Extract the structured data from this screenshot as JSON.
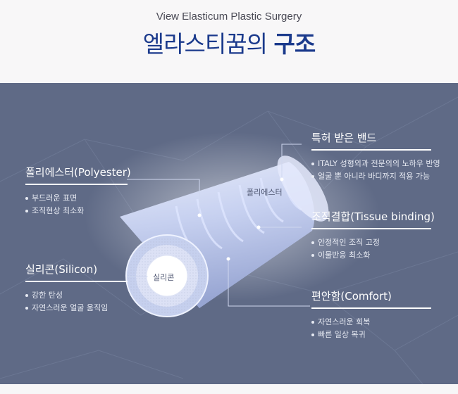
{
  "header": {
    "subtitle": "View Elasticum Plastic Surgery",
    "title_main": "엘라스티꿈의",
    "title_bold": "구조"
  },
  "tube": {
    "inner_label": "폴리에스터",
    "core_label": "실리콘"
  },
  "labels": {
    "band": {
      "title": "특허 받은 밴드",
      "bullets": [
        "ITALY 성형외과 전문의의 노하우 반영",
        "얼굴 뿐 아니라 바디까지 적용 가능"
      ]
    },
    "polyester": {
      "title": "폴리에스터(Polyester)",
      "bullets": [
        "부드러운 표면",
        "조직현상 최소화"
      ]
    },
    "tissue": {
      "title": "조직결합(Tissue binding)",
      "bullets": [
        "안정적인 조직 고정",
        "이물반응 최소화"
      ]
    },
    "silicon": {
      "title": "실리콘(Silicon)",
      "bullets": [
        "강한 탄성",
        "자연스러운 얼굴 움직임"
      ]
    },
    "comfort": {
      "title": "편안함(Comfort)",
      "bullets": [
        "자연스러운 회복",
        "빠른 일상 복귀"
      ]
    }
  },
  "colors": {
    "title_blue": "#1b3a8c",
    "panel_bg": "#5f6a86",
    "label_white": "#ffffff"
  }
}
